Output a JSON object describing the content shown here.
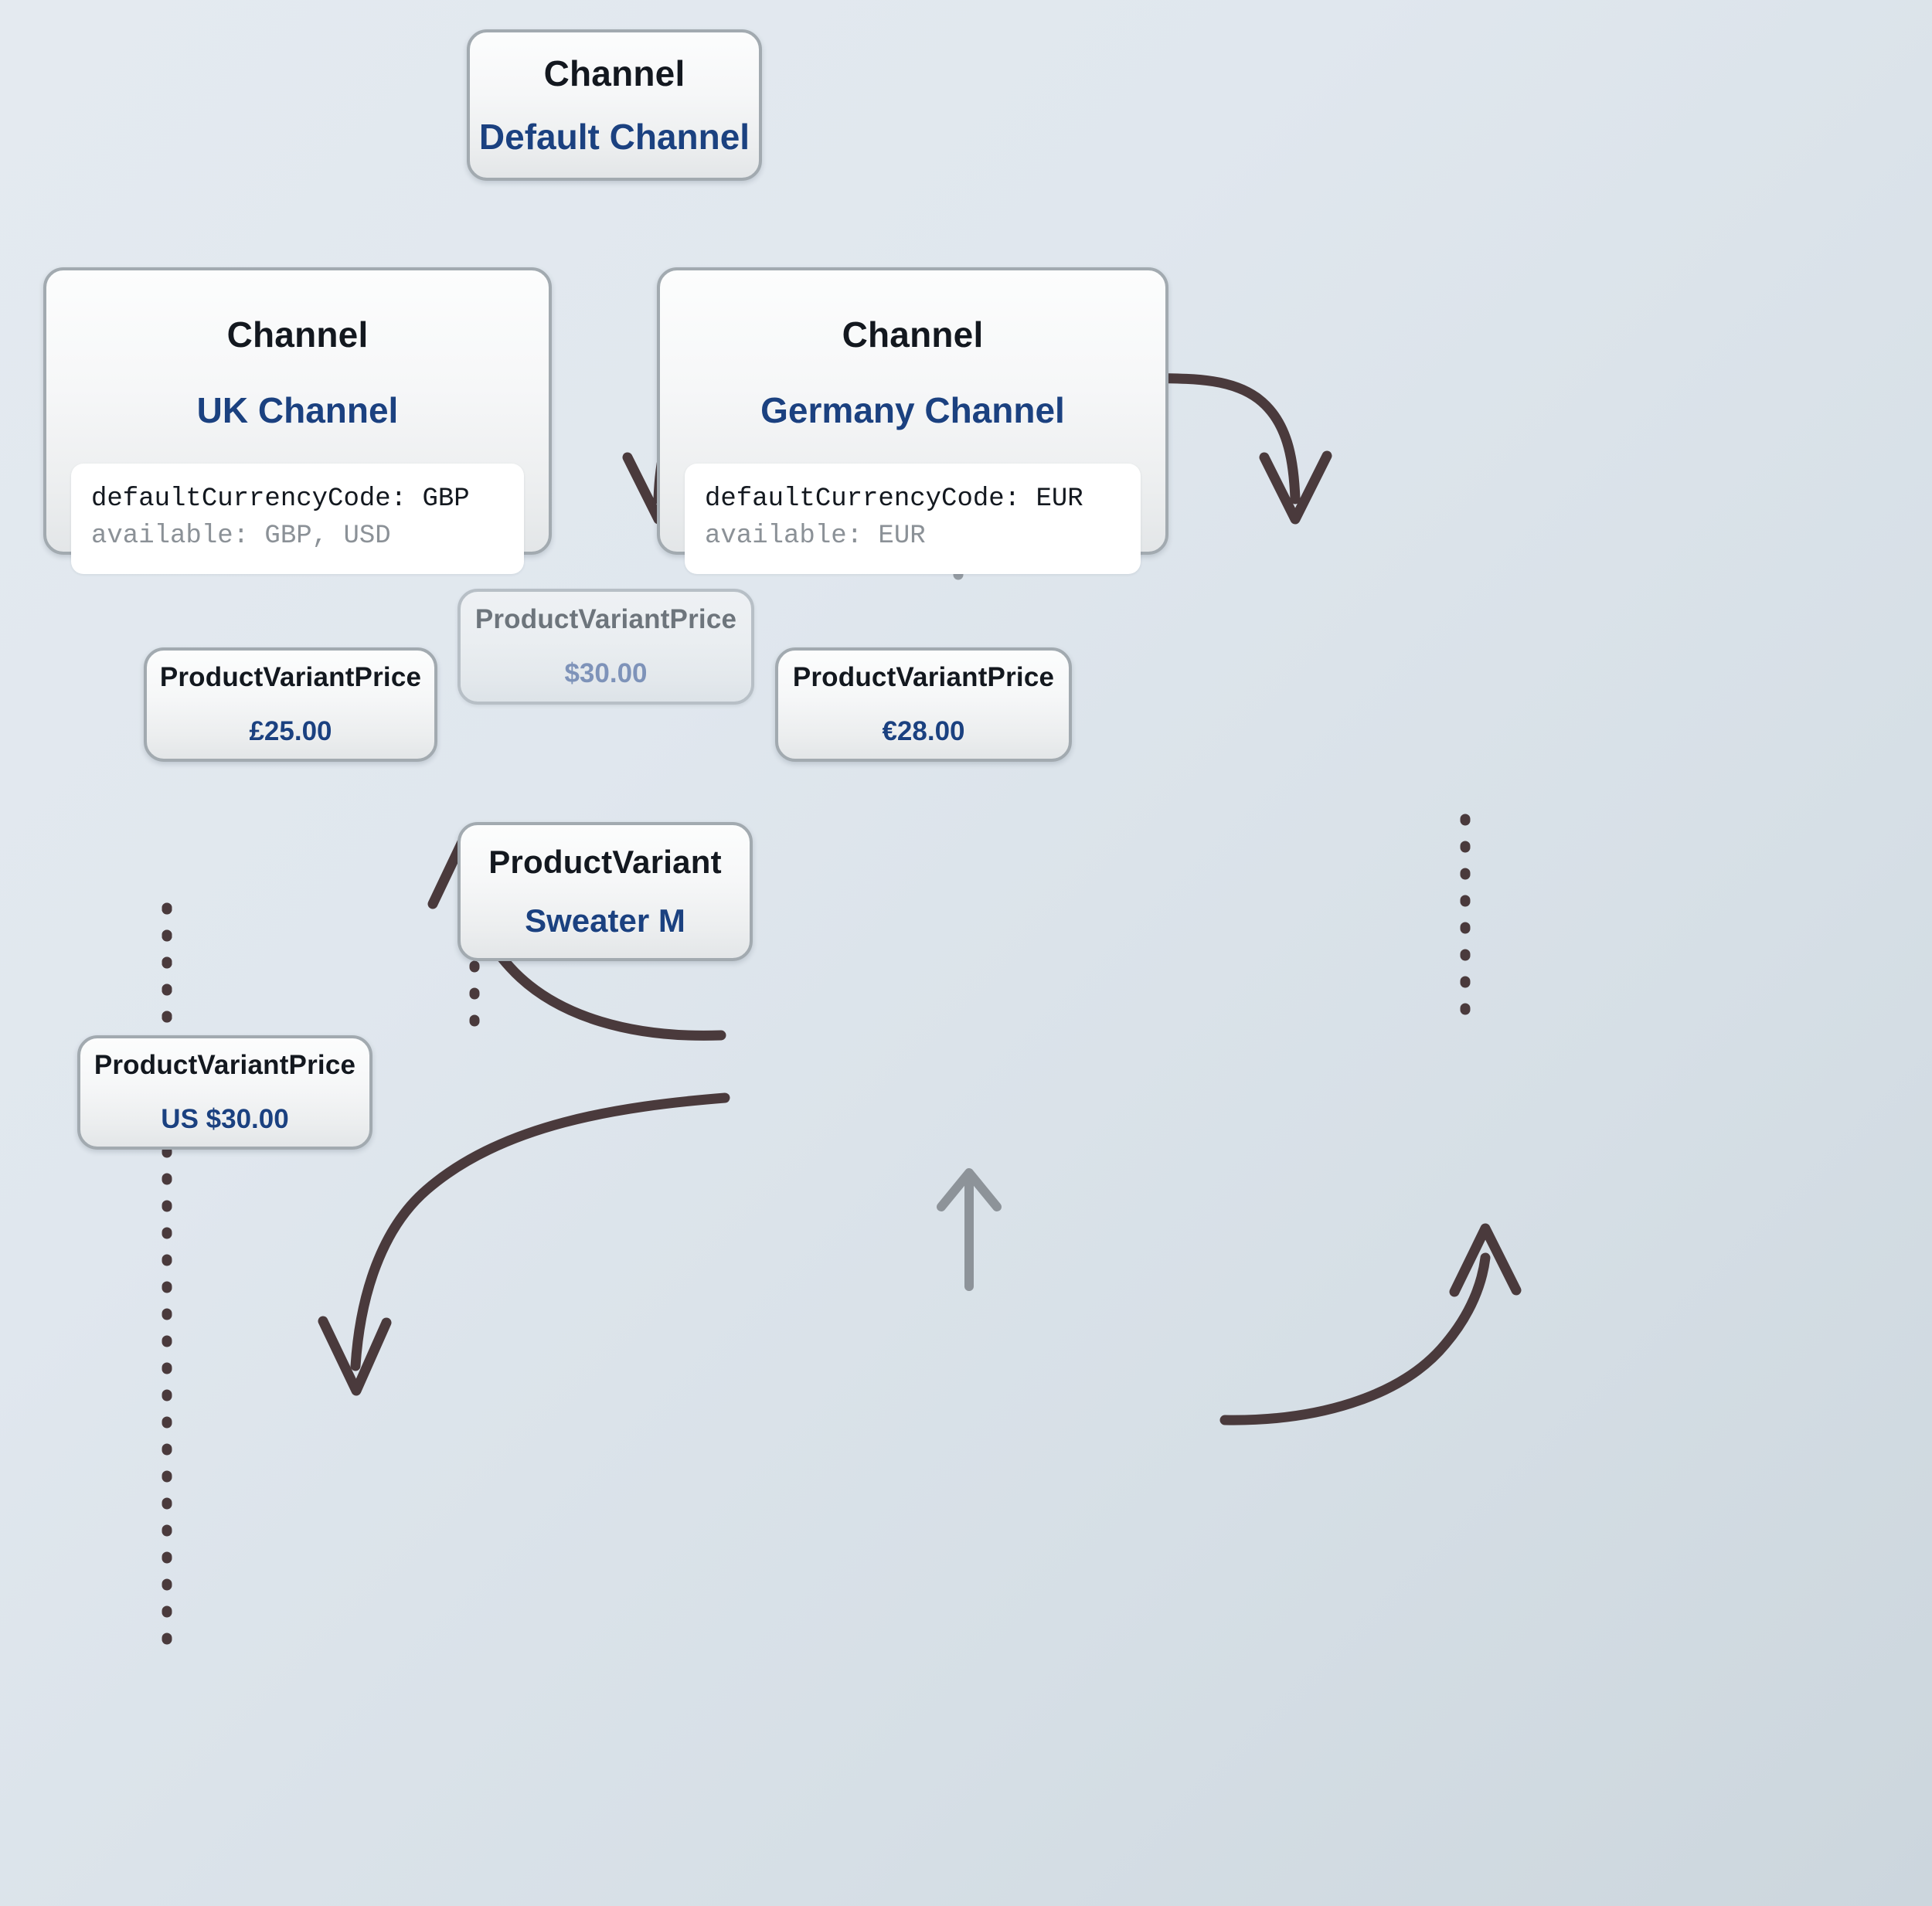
{
  "diagram": {
    "title": "Channel pricing diagram",
    "colors": {
      "node_border": "#a2aab0",
      "node_title": "#13181f",
      "node_value": "#1b4180",
      "dim_title": "#6d757c",
      "dim_value": "#7e93b9",
      "arrow": "#4a3a3c",
      "arrow_dim": "#8d9399",
      "dotted": "#4a3a3c",
      "dotted_dim": "#949ba2",
      "panel_bg": "#ffffff",
      "panel_primary": "#13181f",
      "panel_secondary": "#8b9197",
      "background_start": "#e4eaf0",
      "background_end": "#ccd6dd"
    }
  },
  "nodes": {
    "default_channel": {
      "type_label": "Channel",
      "name": "Default Channel"
    },
    "uk_channel": {
      "type_label": "Channel",
      "name": "UK Channel",
      "default_currency_line": "defaultCurrencyCode: GBP",
      "available_line": "available: GBP, USD"
    },
    "germany_channel": {
      "type_label": "Channel",
      "name": "Germany Channel",
      "default_currency_line": "defaultCurrencyCode: EUR",
      "available_line": "available: EUR"
    },
    "price_gbp": {
      "type_label": "ProductVariantPrice",
      "value": "£25.00"
    },
    "price_usd_dim": {
      "type_label": "ProductVariantPrice",
      "value": "$30.00"
    },
    "price_eur": {
      "type_label": "ProductVariantPrice",
      "value": "€28.00"
    },
    "price_usd": {
      "type_label": "ProductVariantPrice",
      "value": "US $30.00"
    },
    "product_variant": {
      "type_label": "ProductVariant",
      "name": "Sweater M"
    }
  },
  "edges": [
    {
      "name": "default-to-uk",
      "style": "curved-arrow",
      "from": "default_channel",
      "to": "uk_channel"
    },
    {
      "name": "default-to-germany",
      "style": "curved-arrow",
      "from": "default_channel",
      "to": "germany_channel"
    },
    {
      "name": "default-to-price-usd-dim",
      "style": "dotted-dim",
      "from": "default_channel",
      "to": "price_usd_dim"
    },
    {
      "name": "uk-to-price-usd",
      "style": "dotted",
      "from": "uk_channel",
      "to": "price_usd"
    },
    {
      "name": "uk-to-price-gbp",
      "style": "dotted",
      "from": "uk_channel",
      "to": "price_gbp"
    },
    {
      "name": "germany-to-price-eur",
      "style": "dotted",
      "from": "germany_channel",
      "to": "price_eur"
    },
    {
      "name": "variant-to-price-gbp",
      "style": "curved-arrow",
      "from": "product_variant",
      "to": "price_gbp"
    },
    {
      "name": "variant-to-price-usd",
      "style": "curved-arrow",
      "from": "product_variant",
      "to": "price_usd"
    },
    {
      "name": "variant-to-price-eur",
      "style": "curved-arrow",
      "from": "product_variant",
      "to": "price_eur"
    },
    {
      "name": "variant-to-price-usd-dim",
      "style": "straight-arrow-dim",
      "from": "product_variant",
      "to": "price_usd_dim"
    }
  ]
}
